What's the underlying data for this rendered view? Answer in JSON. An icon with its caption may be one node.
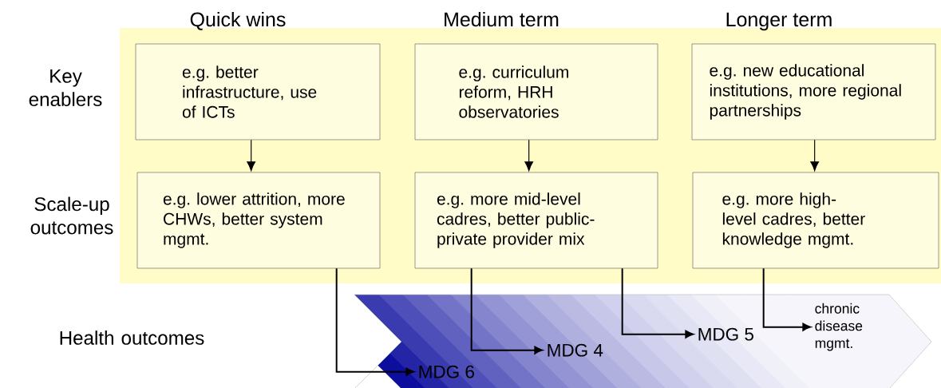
{
  "diagram": {
    "nodes": [
      {
        "text": [
          "e.g. better infrastructure, use of ICTs"
        ]
      },
      {
        "text": [
          "e.g. curriculum reform, HRH observatories"
        ]
      },
      {
        "text": [
          "e.g. new educational institutions, more regional partnerships"
        ]
      },
      {
        "text": [
          "e.g. lower attrition, more CHWs, better system mgmt."
        ]
      },
      {
        "text": [
          "e.g. more mid-level cadres, better public-private provider mix"
        ]
      },
      {
        "text": [
          "e.g. more high-level cadres, better knowledge mgmt."
        ]
      },
      {
        "text": [],
        "shape": "chevron"
      },
      {
        "text": [
          "MDG 6"
        ],
        "in": 6
      },
      {
        "text": [
          "MDG 4"
        ],
        "in": 6
      },
      {
        "text": [
          "MDG 5"
        ],
        "in": 6
      },
      {
        "text": [
          "chronic disease mgmt."
        ],
        "in": 6
      }
    ],
    "edges": [
      {
        "from": 0,
        "to": 3,
        "arrow": "to"
      },
      {
        "from": 1,
        "to": 4,
        "arrow": "to"
      },
      {
        "from": 2,
        "to": 5,
        "arrow": "to"
      },
      {
        "from": 3,
        "to": 7,
        "arrow": "to"
      },
      {
        "from": 4,
        "to": 8,
        "arrow": "to"
      },
      {
        "from": 4,
        "to": 9,
        "arrow": "to"
      },
      {
        "from": 5,
        "to": 10,
        "arrow": "to"
      }
    ],
    "labels": [
      "Quick wins",
      "Medium term",
      "Longer term",
      "Key enablers",
      "Scale-up outcomes",
      "Health outcomes"
    ]
  }
}
